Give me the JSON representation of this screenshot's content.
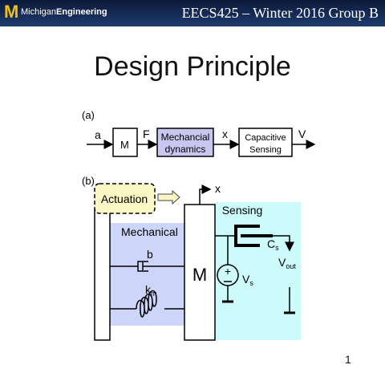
{
  "header": {
    "logo_text_left": "Michigan",
    "logo_text_right": "Engineering",
    "course": "EECS425 – Winter 2016 Group B"
  },
  "slide": {
    "title": "Design Principle",
    "page_number": "1"
  },
  "diagram_a": {
    "label": "(a)",
    "input_signal": "a",
    "mass_label": "M",
    "force_signal": "F",
    "dynamics_line1": "Mechancial",
    "dynamics_line2": "dynamics",
    "x_signal": "x",
    "sensing_line1": "Capacitive",
    "sensing_line2": "Sensing",
    "output_signal": "V"
  },
  "diagram_b": {
    "label": "(b)",
    "actuation": "Actuation",
    "x_label": "x",
    "sensing": "Sensing",
    "mechanical": "Mechanical",
    "damper": "b",
    "spring": "k",
    "spring_sub": "m",
    "mass": "M",
    "cap": "C",
    "cap_sub": "s",
    "vout": "V",
    "vout_sub": "out",
    "vs": "V",
    "vs_sub": "s",
    "plus": "+"
  },
  "colors": {
    "header_bg": "#13284f",
    "accent_yellow": "#f2c014",
    "dynamics_fill": "#c9c7f0",
    "mechanical_fill": "#cdd6fa",
    "sensing_fill": "#cdfbfb",
    "actuation_fill": "#fbf7c4"
  }
}
